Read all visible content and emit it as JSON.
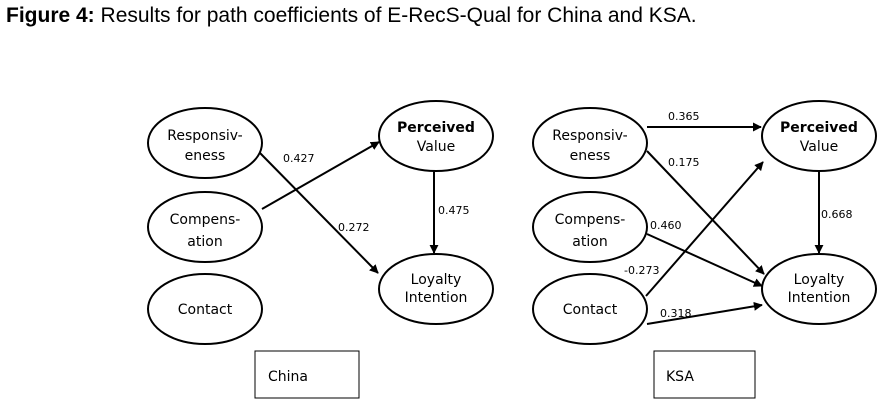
{
  "caption": {
    "prefix": "Figure 4:",
    "text": " Results for path coefficients of E-RecS-Qual for China and KSA."
  },
  "china": {
    "label": "China",
    "nodes": {
      "responsiveness": [
        "Responsiv-",
        "eness"
      ],
      "compensation": [
        "Compens-",
        "ation"
      ],
      "contact": [
        "Contact"
      ],
      "perceived_value": [
        "Perceived",
        "Value"
      ],
      "loyalty_intention": [
        "Loyalty",
        "Intention"
      ]
    },
    "paths": {
      "responsiveness_to_loyalty": "0.427",
      "compensation_to_loyalty_label": "0.272",
      "perceived_to_loyalty": "0.475"
    }
  },
  "ksa": {
    "label": "KSA",
    "nodes": {
      "responsiveness": [
        "Responsiv-",
        "eness"
      ],
      "compensation": [
        "Compens-",
        "ation"
      ],
      "contact": [
        "Contact"
      ],
      "perceived_value": [
        "Perceived",
        "Value"
      ],
      "loyalty_intention": [
        "Loyalty",
        "Intention"
      ]
    },
    "paths": {
      "responsiveness_to_perceived": "0.365",
      "responsiveness_to_loyalty": "0.175",
      "compensation_to_loyalty": "0.460",
      "contact_to_perceived": "-0.273",
      "contact_to_loyalty": "0.318",
      "perceived_to_loyalty": "0.668"
    }
  }
}
